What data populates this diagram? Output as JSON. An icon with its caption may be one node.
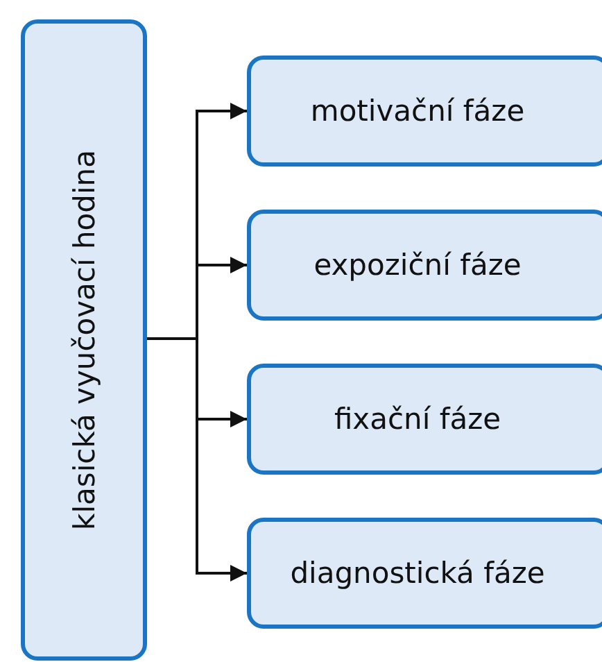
{
  "diagram": {
    "nodes": [
      {
        "text": [
          "klasická vyučovací hodina"
        ]
      },
      {
        "text": [
          "motivační fáze"
        ]
      },
      {
        "text": [
          "expoziční fáze"
        ]
      },
      {
        "text": [
          "fixační fáze"
        ]
      },
      {
        "text": [
          "diagnostická fáze"
        ]
      }
    ],
    "edges": [
      {
        "from": 0,
        "to": 1,
        "arrow": "to"
      },
      {
        "from": 0,
        "to": 2,
        "arrow": "to"
      },
      {
        "from": 0,
        "to": 3,
        "arrow": "to"
      },
      {
        "from": 0,
        "to": 4,
        "arrow": "to"
      }
    ]
  }
}
